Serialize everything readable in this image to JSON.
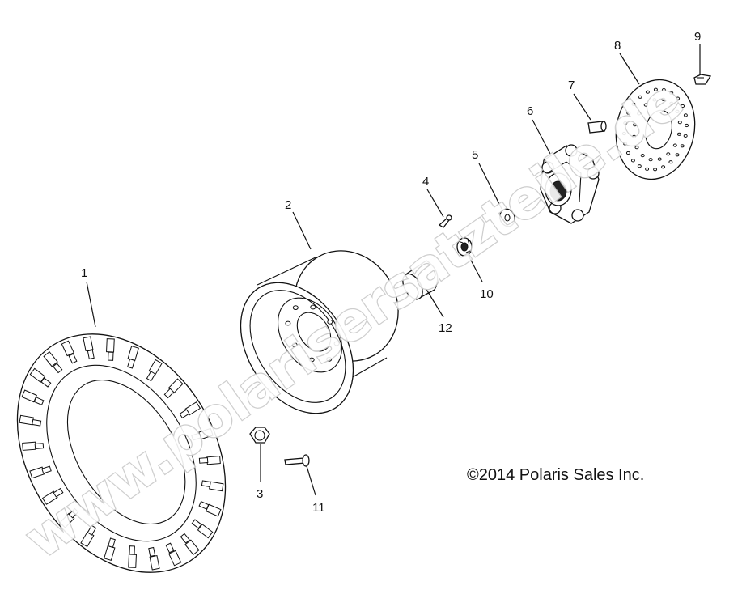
{
  "diagram": {
    "callouts": [
      {
        "id": "part-1",
        "text": "1"
      },
      {
        "id": "part-2",
        "text": "2"
      },
      {
        "id": "part-3",
        "text": "3"
      },
      {
        "id": "part-4",
        "text": "4"
      },
      {
        "id": "part-5",
        "text": "5"
      },
      {
        "id": "part-6",
        "text": "6"
      },
      {
        "id": "part-7",
        "text": "7"
      },
      {
        "id": "part-8",
        "text": "8"
      },
      {
        "id": "part-9",
        "text": "9"
      },
      {
        "id": "part-10",
        "text": "10"
      },
      {
        "id": "part-11",
        "text": "11"
      },
      {
        "id": "part-12",
        "text": "12"
      }
    ],
    "copyright": "©2014  Polaris Sales Inc.",
    "watermark": "www.polarisersatzteile.de"
  }
}
